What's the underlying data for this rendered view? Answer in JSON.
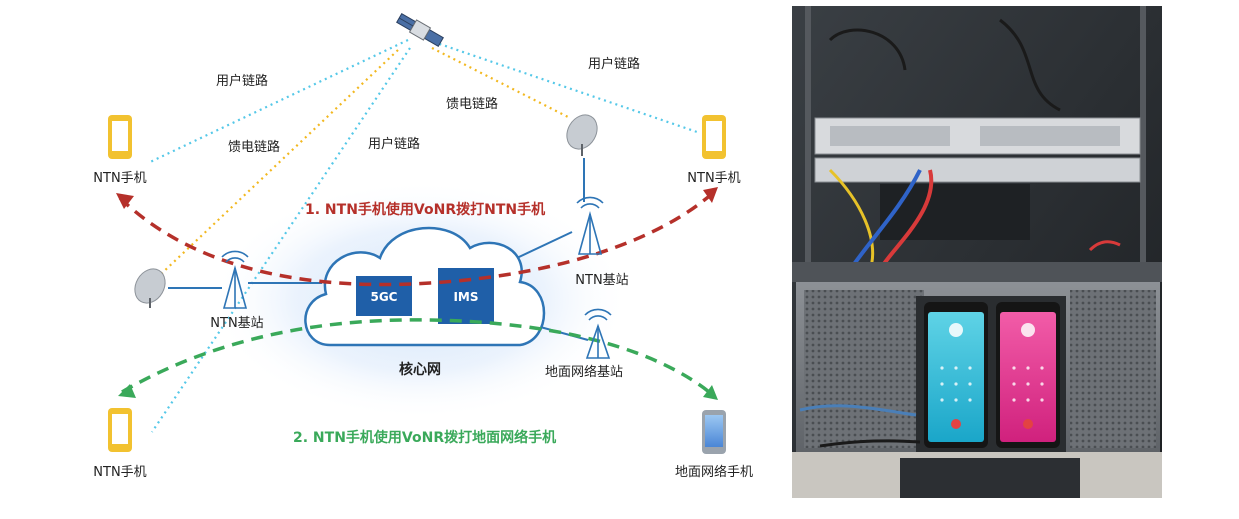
{
  "diagram": {
    "core_network_label": "核心网",
    "core_boxes": [
      "5GC",
      "IMS"
    ],
    "links": {
      "user_link_1": "用户链路",
      "feeder_link_1": "馈电链路",
      "user_link_2": "用户链路",
      "feeder_link_2": "馈电链路",
      "user_link_3": "用户链路"
    },
    "devices": {
      "ntn_phone_top_left": "NTN手机",
      "ntn_phone_top_right": "NTN手机",
      "ntn_phone_bottom_left": "NTN手机",
      "ground_phone": "地面网络手机"
    },
    "stations": {
      "ntn_base_left": "NTN基站",
      "ntn_base_right": "NTN基站",
      "ground_base": "地面网络基站"
    },
    "scenarios": {
      "scenario_1": "1. NTN手机使用VoNR拨打NTN手机",
      "scenario_2": "2. NTN手机使用VoNR拨打地面网络手机"
    },
    "colors": {
      "phone_yellow": "#f2c230",
      "core_blue": "#2e75b6",
      "box_blue": "#1f5fa8",
      "user_link": "#55c8e8",
      "feeder_link": "#f2b820",
      "scenario_red": "#b5302a",
      "scenario_green": "#3aa95a"
    }
  },
  "photo": {
    "description_icon": "equipment-rack-photo"
  }
}
